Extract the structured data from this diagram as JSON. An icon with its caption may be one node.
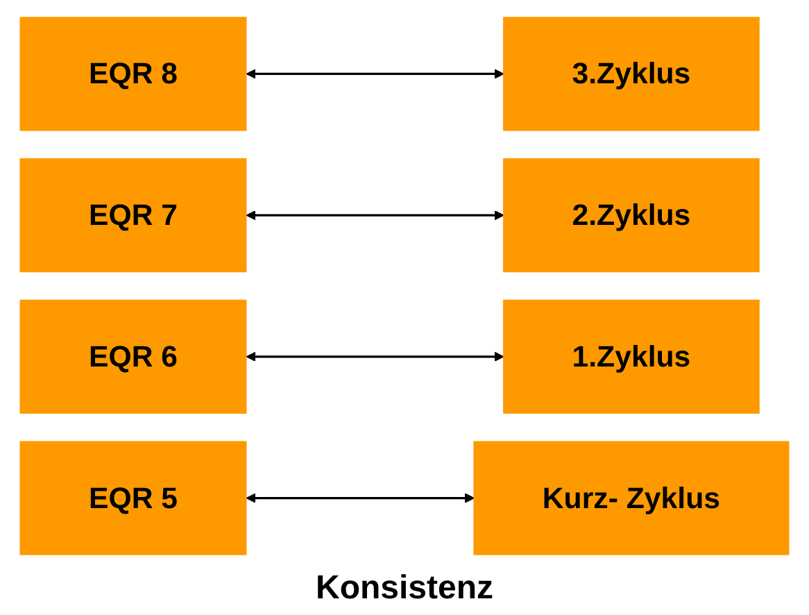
{
  "diagram": {
    "nodes": [
      {
        "text": [
          "EQR 8"
        ]
      },
      {
        "text": [
          "3.Zyklus"
        ]
      },
      {
        "text": [
          "EQR 7"
        ]
      },
      {
        "text": [
          "2.Zyklus"
        ]
      },
      {
        "text": [
          "EQR 6"
        ]
      },
      {
        "text": [
          "1.Zyklus"
        ]
      },
      {
        "text": [
          "EQR 5"
        ]
      },
      {
        "text": [
          "Kurz- Zyklus"
        ]
      }
    ],
    "edges": [
      {
        "from": 0,
        "to": 1,
        "arrow": "both"
      },
      {
        "from": 2,
        "to": 3,
        "arrow": "both"
      },
      {
        "from": 4,
        "to": 5,
        "arrow": "both"
      },
      {
        "from": 6,
        "to": 7,
        "arrow": "both"
      }
    ],
    "labels": [
      "Konsistenz"
    ]
  }
}
